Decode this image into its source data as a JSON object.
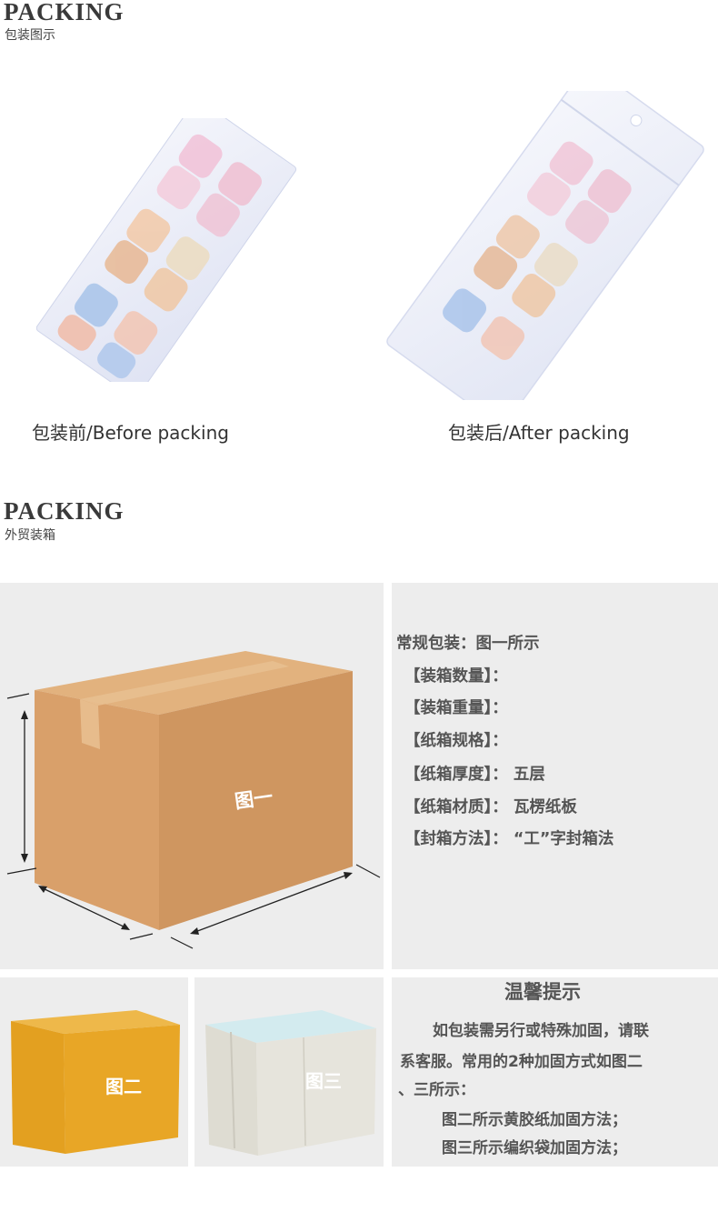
{
  "section1": {
    "title": "PACKING",
    "subtitle": "包装图示"
  },
  "captions": {
    "before": "包装前/Before packing",
    "after": "包装后/After packing"
  },
  "section2": {
    "title": "PACKING",
    "subtitle": "外贸装箱"
  },
  "box_labels": {
    "fig1": "图一",
    "fig2": "图二",
    "fig3": "图三"
  },
  "specs": {
    "heading": "常规包装：图一所示",
    "lines": [
      "【装箱数量】：",
      "【装箱重量】：",
      "【纸箱规格】：",
      "【纸箱厚度】： 五层",
      "【纸箱材质】： 瓦楞纸板",
      "【封箱方法】： “工”字封箱法"
    ]
  },
  "notice": {
    "title": "温馨提示",
    "lines": [
      "如包装需另行或特殊加固，请联",
      "系客服。常用的2种加固方式如图二",
      "、三所示：",
      "图二所示黄胶纸加固方法；",
      "图三所示编织袋加固方法；"
    ]
  },
  "colors": {
    "panel": "#ededed",
    "kraft": "#d9a06a",
    "yellow_tape": "#e6a022",
    "woven": "#e2e0d8"
  }
}
